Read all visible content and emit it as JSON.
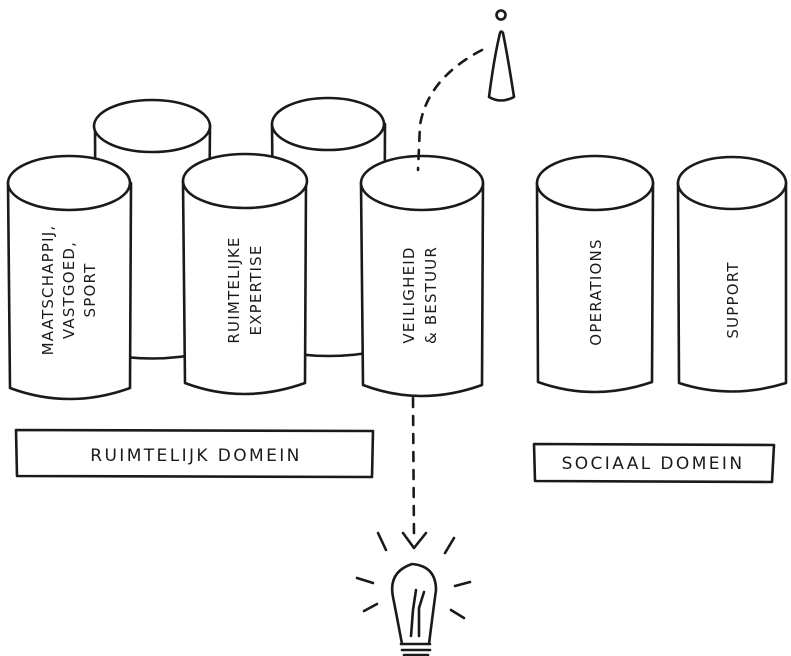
{
  "pillars": {
    "maatschappij": [
      "MAATSCHAPPIJ,",
      "VASTGOED,",
      "SPORT"
    ],
    "ruimtelijke": [
      "RUIMTELIJKE",
      "EXPERTISE"
    ],
    "veiligheid": [
      "VEILIGHEID",
      "& BESTUUR"
    ],
    "operations": [
      "OPERATIONS"
    ],
    "support": [
      "SUPPORT"
    ]
  },
  "domains": {
    "ruimtelijk": "RUIMTELIJK DOMEIN",
    "sociaal": "SOCIAAL DOMEIN"
  },
  "icons": {
    "figure": "person-icon",
    "bulb": "lightbulb-icon"
  }
}
